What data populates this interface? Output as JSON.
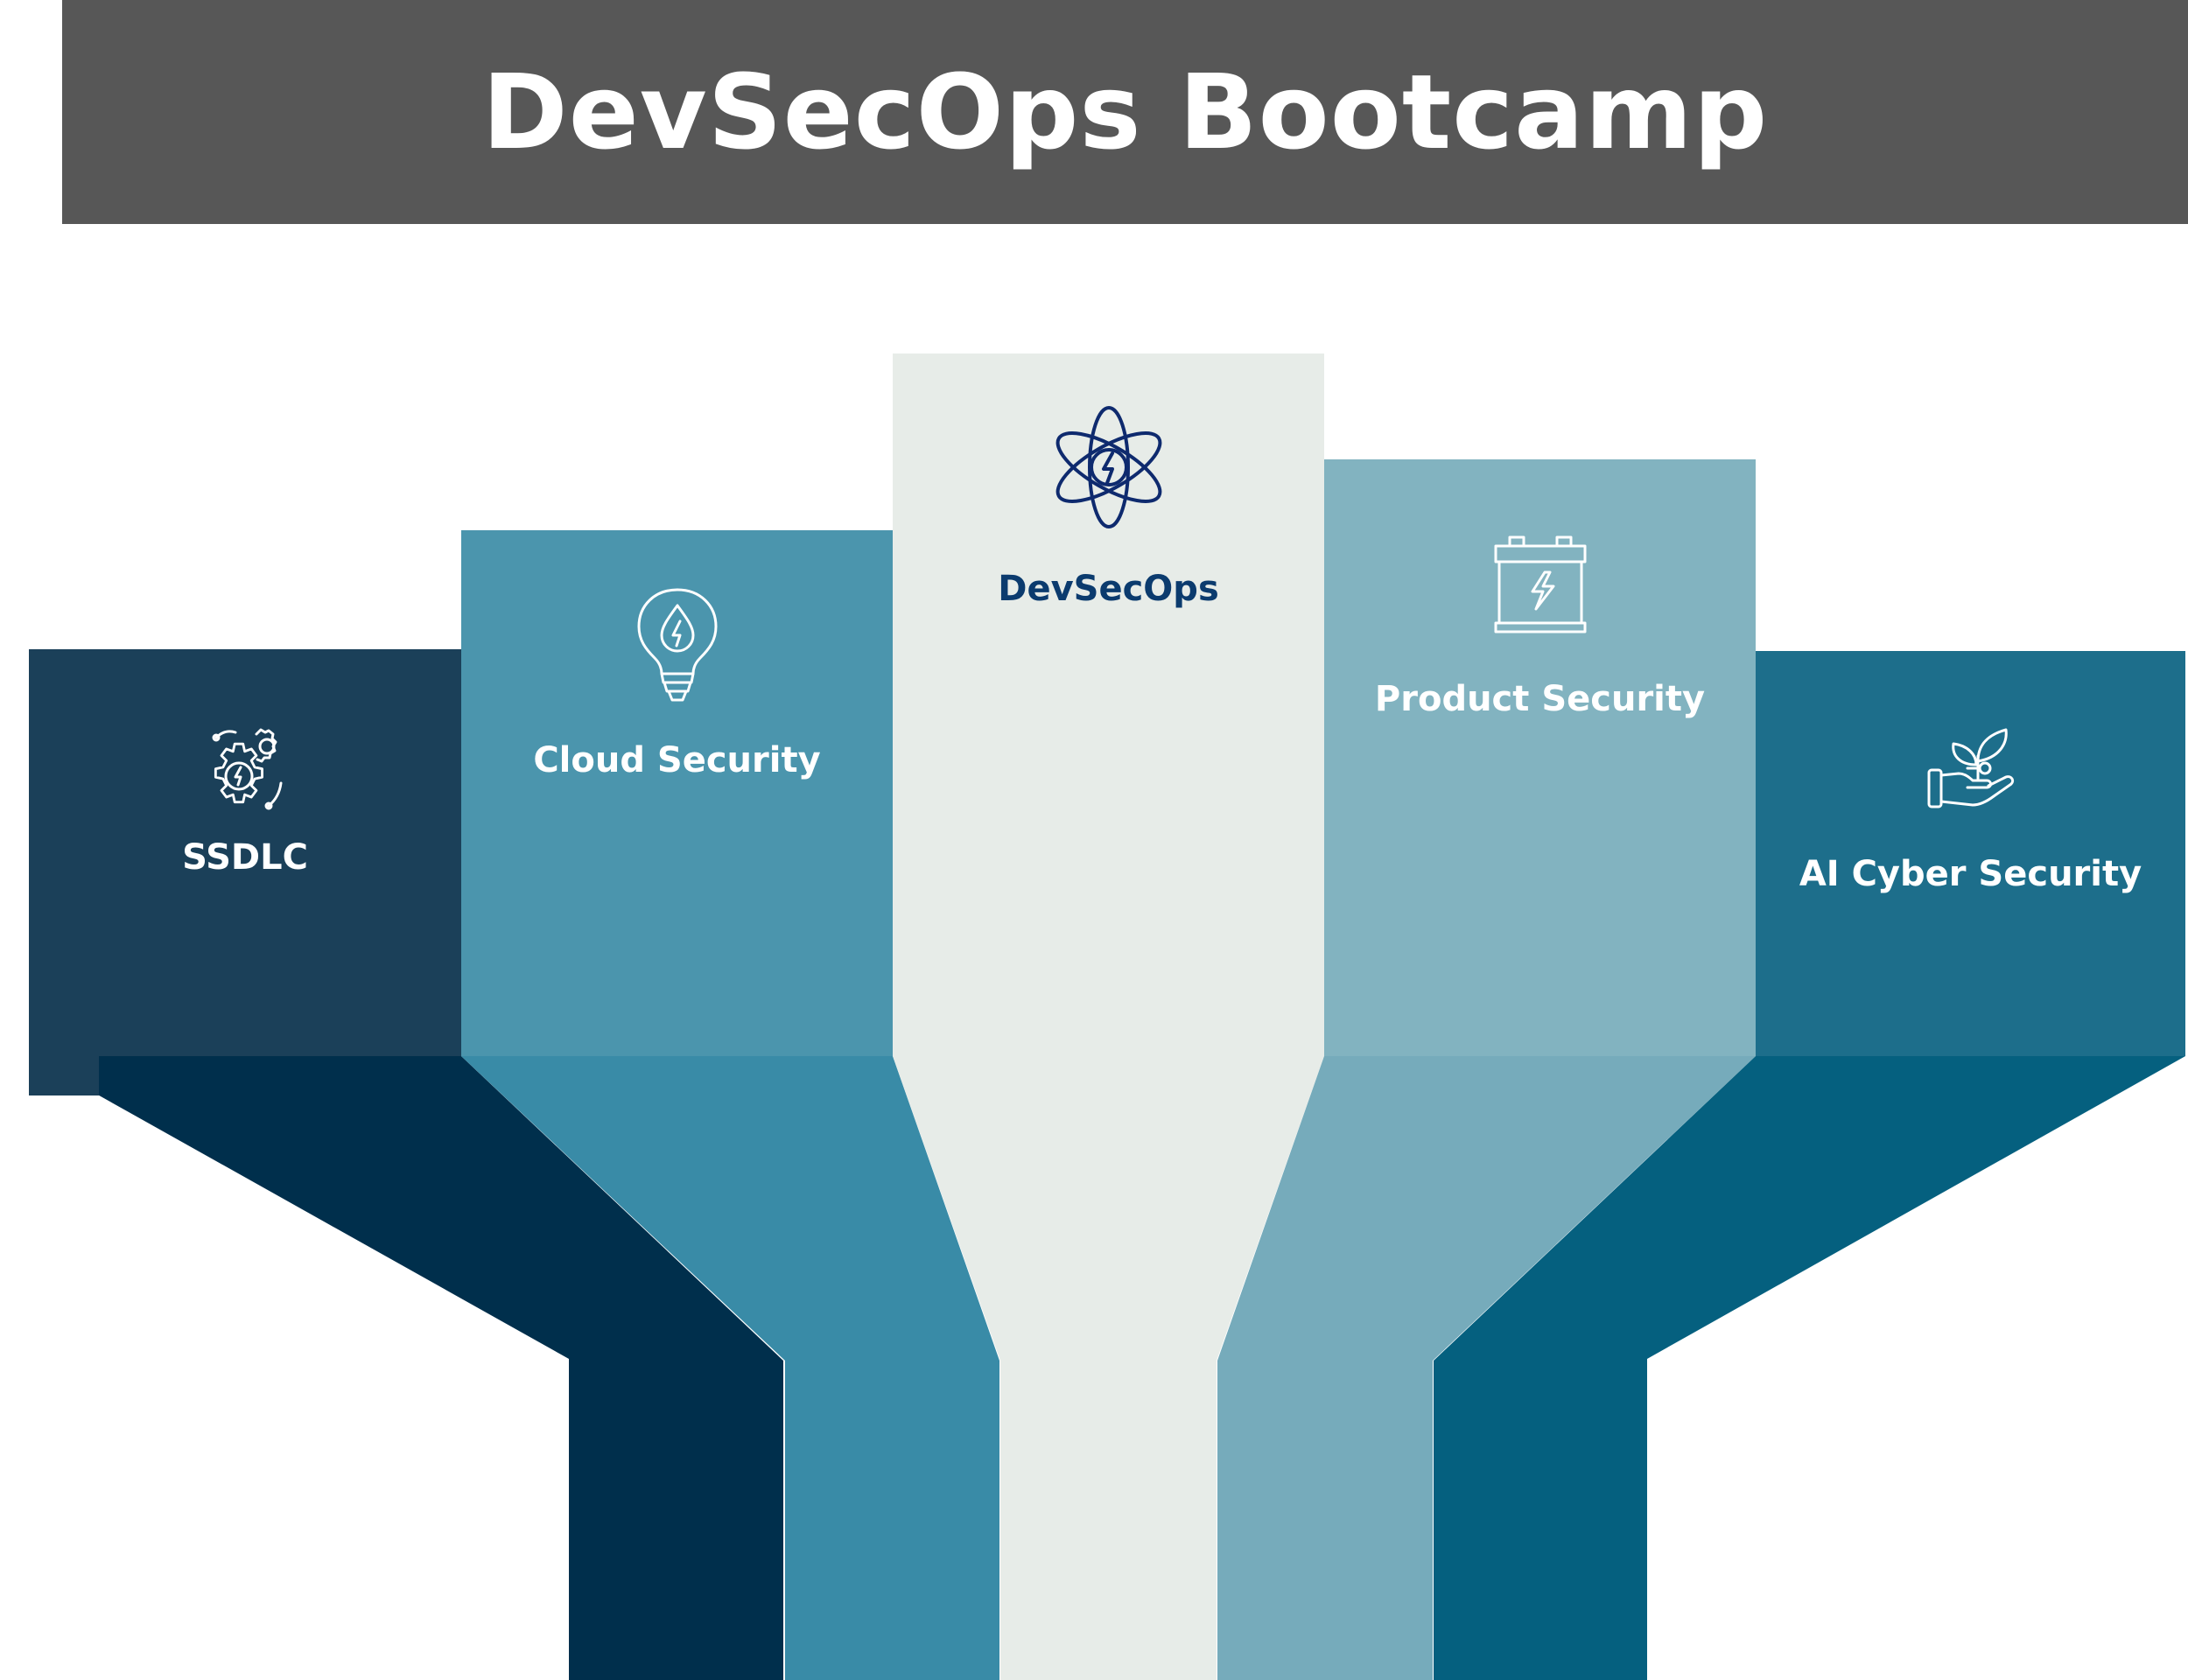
{
  "title": "DevSecOps Bootcamp",
  "pillars": [
    {
      "label": "SSDLC",
      "icon": "gear-lightning-icon",
      "color": "#1b4059",
      "leg_color": "#002f4c",
      "text_color": "#ffffff"
    },
    {
      "label": "Cloud Security",
      "icon": "lightbulb-drop-icon",
      "color": "#4b95ad",
      "leg_color": "#398ba7",
      "text_color": "#ffffff"
    },
    {
      "label": "DevSecOps",
      "icon": "atom-lightning-icon",
      "color": "#e7ece8",
      "leg_color": "#e7ece8",
      "text_color": "#0b3b6e"
    },
    {
      "label": "Product Security",
      "icon": "battery-lightning-icon",
      "color": "#82b3c0",
      "leg_color": "#76abbb",
      "text_color": "#ffffff"
    },
    {
      "label": "AI Cyber Security",
      "icon": "hand-plant-icon",
      "color": "#1d6e8b",
      "leg_color": "#05607f",
      "text_color": "#ffffff"
    }
  ]
}
